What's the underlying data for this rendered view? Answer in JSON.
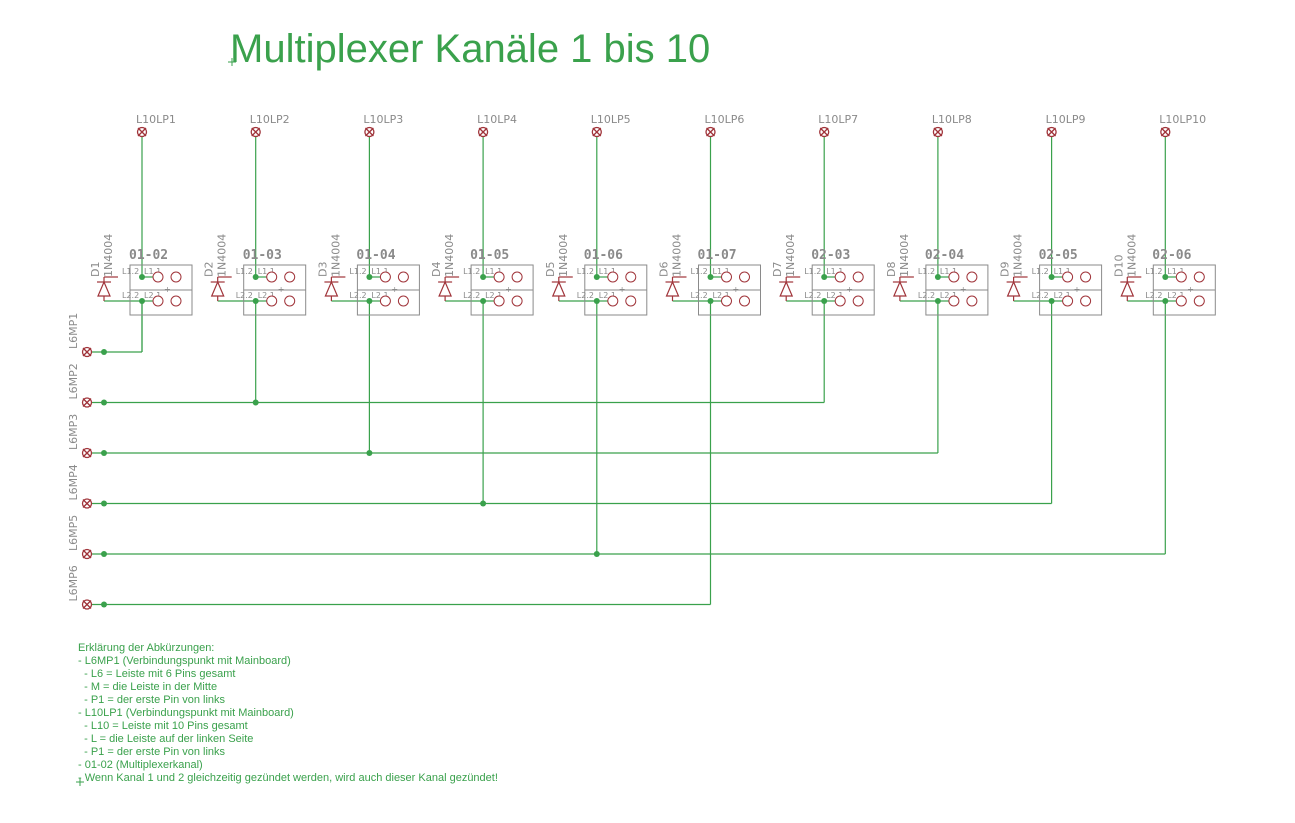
{
  "title": "Multiplexer Kanäle 1 bis 10",
  "colors": {
    "wire": "#3aa14c",
    "component": "#a0343a",
    "outline": "#8a8a8a",
    "text": "#8a8a8a"
  },
  "top_connectors": [
    "L10LP1",
    "L10LP2",
    "L10LP3",
    "L10LP4",
    "L10LP5",
    "L10LP6",
    "L10LP7",
    "L10LP8",
    "L10LP9",
    "L10LP10"
  ],
  "left_connectors": [
    "L6MP1",
    "L6MP2",
    "L6MP3",
    "L6MP4",
    "L6MP5",
    "L6MP6"
  ],
  "channels": [
    {
      "diode": "D1",
      "part": "1N4004",
      "relay": "01-02",
      "l1": 1,
      "l2": 1
    },
    {
      "diode": "D2",
      "part": "1N4004",
      "relay": "01-03",
      "l1": 1,
      "l2": 2
    },
    {
      "diode": "D3",
      "part": "1N4004",
      "relay": "01-04",
      "l1": 1,
      "l2": 3
    },
    {
      "diode": "D4",
      "part": "1N4004",
      "relay": "01-05",
      "l1": 1,
      "l2": 4
    },
    {
      "diode": "D5",
      "part": "1N4004",
      "relay": "01-06",
      "l1": 1,
      "l2": 5
    },
    {
      "diode": "D6",
      "part": "1N4004",
      "relay": "01-07",
      "l1": 1,
      "l2": 6
    },
    {
      "diode": "D7",
      "part": "1N4004",
      "relay": "02-03",
      "l1": 2,
      "l2": 2
    },
    {
      "diode": "D8",
      "part": "1N4004",
      "relay": "02-04",
      "l1": 2,
      "l2": 3
    },
    {
      "diode": "D9",
      "part": "1N4004",
      "relay": "02-05",
      "l1": 2,
      "l2": 4
    },
    {
      "diode": "D10",
      "part": "1N4004",
      "relay": "02-06",
      "l1": 2,
      "l2": 5
    }
  ],
  "relay_pin_labels": {
    "l1_2": "L1.2",
    "l1_1": "L1.1",
    "l2_2": "L2.2",
    "l2_1": "L2.1",
    "plus": "+"
  },
  "legend": [
    "Erklärung der Abkürzungen:",
    "- L6MP1 (Verbindungspunkt mit Mainboard)",
    "  - L6 = Leiste mit 6 Pins gesamt",
    "  - M = die Leiste in der Mitte",
    "  - P1 = der erste Pin von links",
    "- L10LP1 (Verbindungspunkt mit Mainboard)",
    "  - L10 = Leiste mit 10 Pins gesamt",
    "  - L = die Leiste auf der linken Seite",
    "  - P1 = der erste Pin von links",
    "- 01-02 (Multiplexerkanal)",
    "- Wenn Kanal 1 und 2 gleichzeitig gezündet werden, wird auch dieser Kanal gezündet!"
  ]
}
